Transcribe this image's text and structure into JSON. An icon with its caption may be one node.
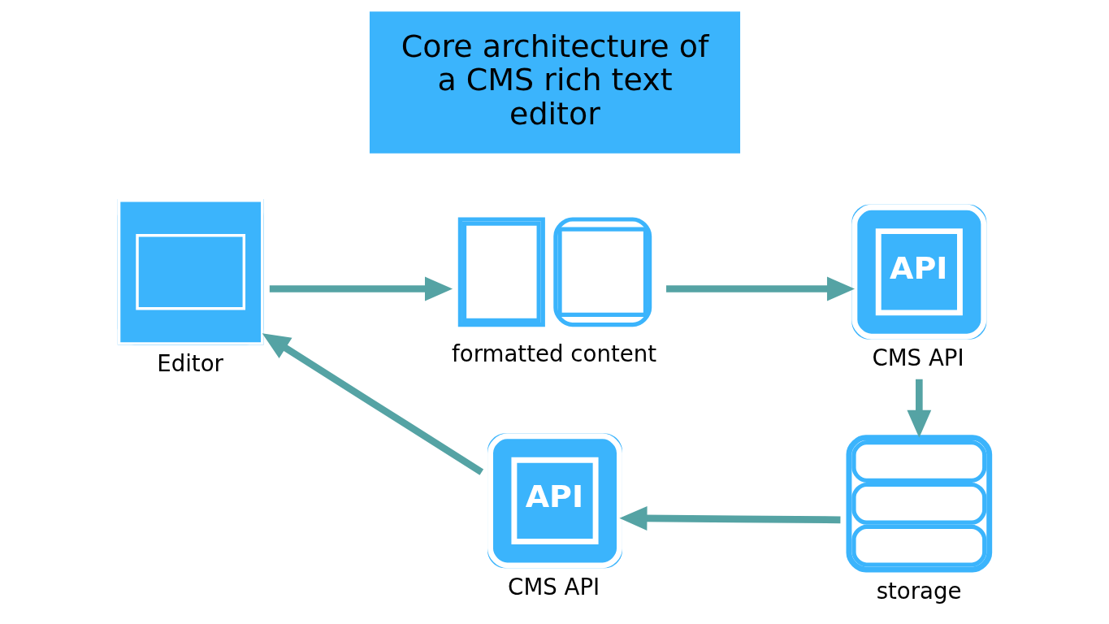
{
  "diagram": {
    "nodes": [
      {
        "text": [
          "formatted content"
        ]
      },
      {
        "text": [
          "API",
          "CMS API"
        ]
      },
      {
        "text": [
          "Editor"
        ]
      },
      {
        "text": [
          "Core architecture of a CMS rich text editor"
        ]
      },
      {
        "text": [
          "storage"
        ]
      },
      {
        "text": [
          "API",
          "CMS API"
        ]
      }
    ],
    "edges": [
      {
        "from": 2,
        "to": 0,
        "arrow": "to"
      },
      {
        "from": 0,
        "to": 1,
        "arrow": "to"
      },
      {
        "from": 1,
        "to": 4,
        "arrow": "to"
      },
      {
        "from": 4,
        "to": 5,
        "arrow": "to"
      },
      {
        "from": 5,
        "to": 2,
        "arrow": "to"
      }
    ]
  }
}
